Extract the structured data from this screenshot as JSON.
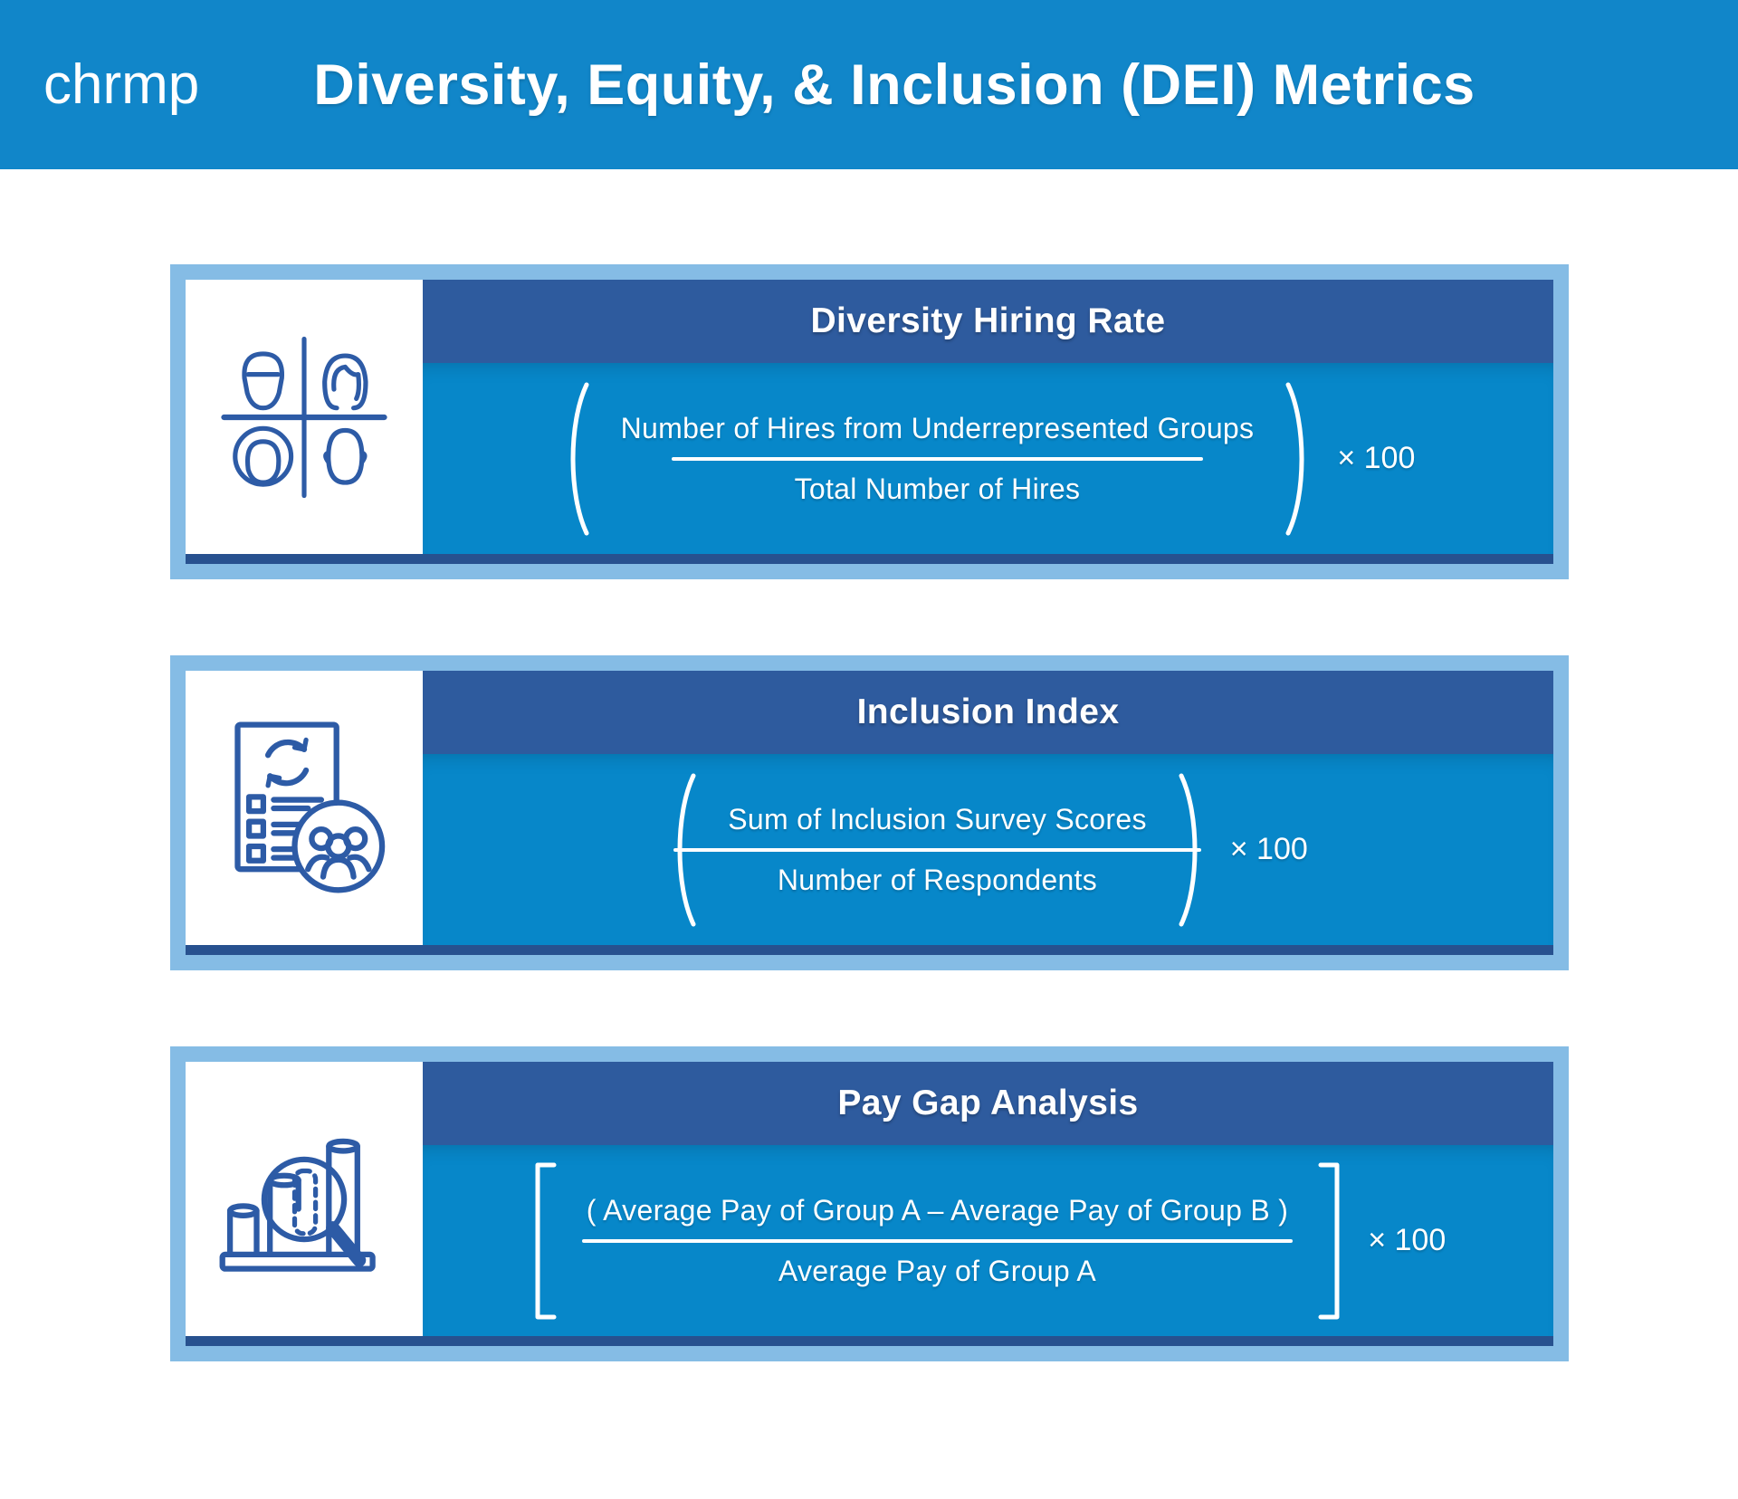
{
  "header": {
    "logo": "chrmp",
    "title": "Diversity, Equity, & Inclusion (DEI) Metrics"
  },
  "colors": {
    "header_blue": "#1186c9",
    "card_border_light_blue": "#85bce5",
    "title_bar_dark_blue": "#2e5b9e",
    "body_blue": "#0787c9",
    "bottom_strip_navy": "#27518f",
    "icon_stroke_blue": "#2d5ba6",
    "text_white": "#ffffff"
  },
  "cards": [
    {
      "id": "diversity-hiring-rate",
      "title": "Diversity Hiring Rate",
      "icon": "diverse-faces-icon",
      "formula": {
        "bracket_style": "parentheses",
        "numerator": "Number of Hires from Underrepresented Groups",
        "denominator": "Total Number of Hires",
        "multiplier": "× 100"
      }
    },
    {
      "id": "inclusion-index",
      "title": "Inclusion Index",
      "icon": "survey-people-icon",
      "formula": {
        "bracket_style": "parentheses",
        "numerator": "Sum of Inclusion Survey Scores",
        "denominator": "Number of Respondents",
        "multiplier": "× 100"
      }
    },
    {
      "id": "pay-gap-analysis",
      "title": "Pay Gap Analysis",
      "icon": "pay-gap-magnifier-icon",
      "formula": {
        "bracket_style": "square",
        "numerator": "( Average Pay of Group A – Average Pay of Group B )",
        "denominator": "Average Pay of Group A",
        "multiplier": "× 100"
      }
    }
  ]
}
